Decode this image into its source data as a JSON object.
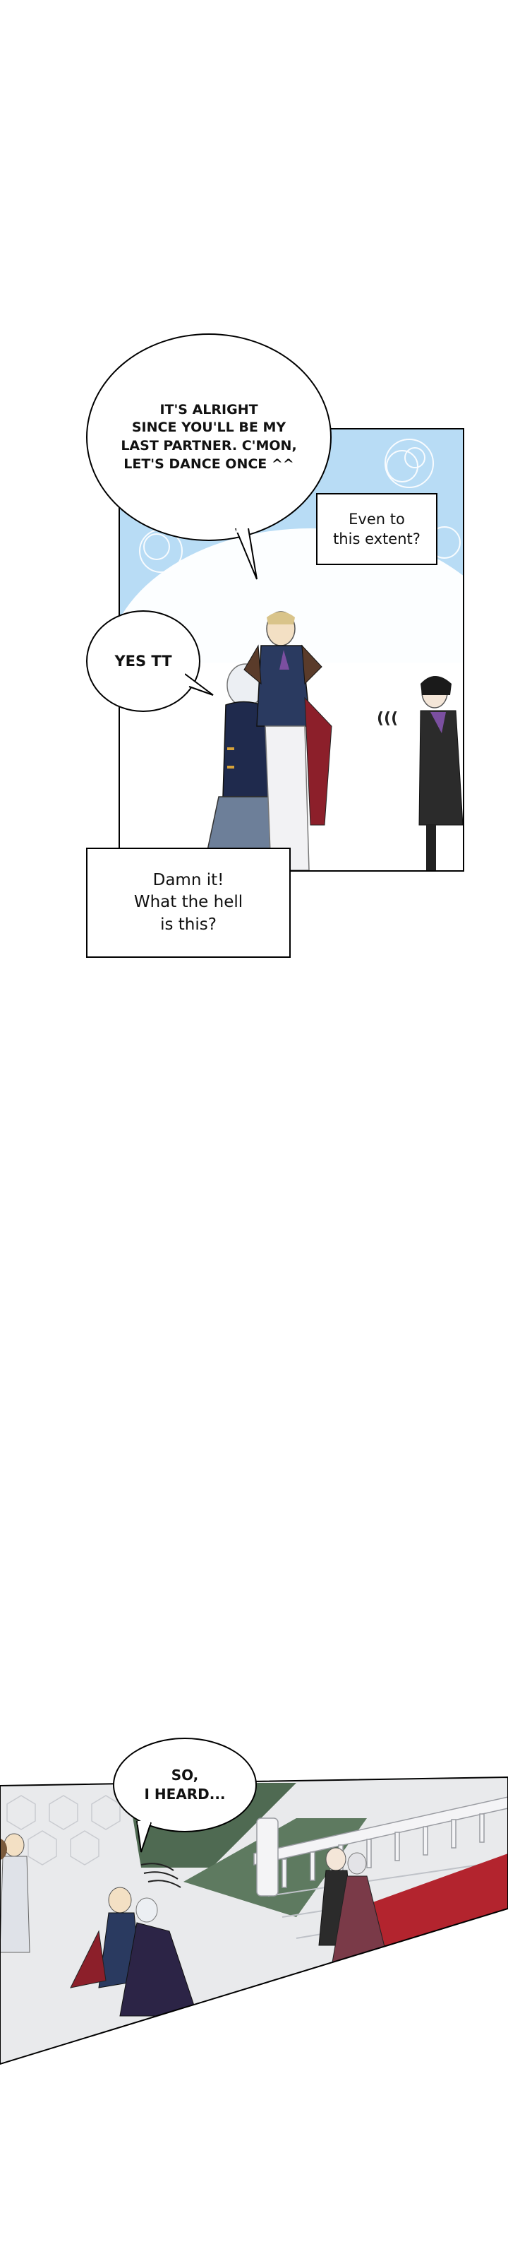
{
  "panel1": {
    "bubbles": {
      "partner_line": "IT'S ALRIGHT\nSINCE YOU'LL BE MY\nLAST PARTNER. C'MON,\nLET'S DANCE ONCE ^^",
      "reply": "YES TT"
    },
    "captions": {
      "extent": "Even to\nthis extent?",
      "damn": "Damn it!\nWhat the hell\nis this?"
    },
    "sfx": "(((",
    "colors": {
      "sky": "#b8dcf5",
      "panel_border": "#000000"
    }
  },
  "panel2": {
    "bubbles": {
      "heard": "SO,\nI HEARD..."
    },
    "colors": {
      "carpet": "#b3242e",
      "floor": "#e9eaec",
      "lawn": "#4f6a52"
    }
  }
}
